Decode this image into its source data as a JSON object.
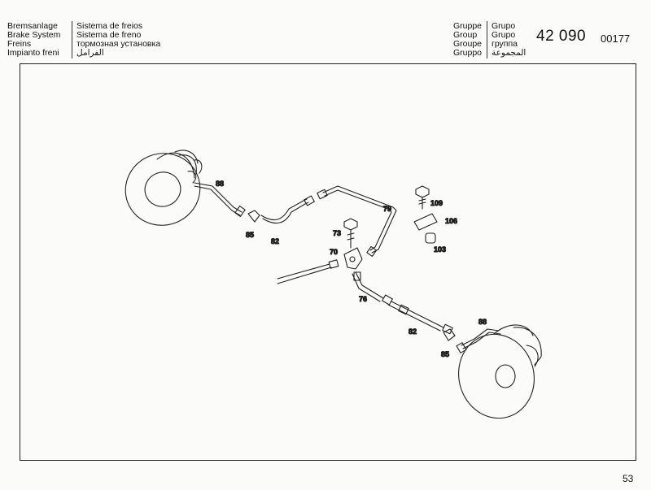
{
  "header": {
    "labels_left": [
      "Bremsanlage",
      "Brake System",
      "Freins",
      "Impianto freni"
    ],
    "labels_right": [
      "Sistema de freios",
      "Sistema de freno",
      "тормозная установка",
      "الفرامل"
    ],
    "group_left": [
      "Gruppe",
      "Group",
      "Groupe",
      "Gruppo"
    ],
    "group_right": [
      "Grupo",
      "Grupo",
      "группа",
      "المجموعة"
    ],
    "group_number": "42 090",
    "code_number": "00177"
  },
  "diagram": {
    "callouts": [
      "88",
      "85",
      "82",
      "79",
      "109",
      "106",
      "73",
      "70",
      "103",
      "76",
      "82",
      "85",
      "88"
    ]
  },
  "footer": {
    "page_number": "53"
  }
}
